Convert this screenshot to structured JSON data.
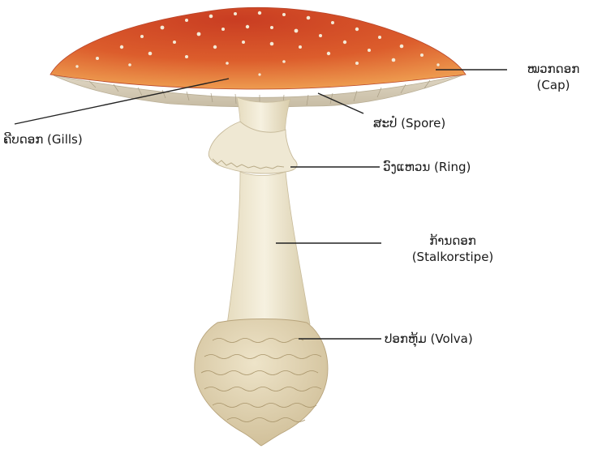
{
  "labels": {
    "cap": {
      "lao": "ໝວກດອກ",
      "en": "(Cap)"
    },
    "gills": {
      "text": "ຄີບດອກ (Gills)"
    },
    "spore": {
      "text": "ສະປໍ (Spore)"
    },
    "ring": {
      "text": "ວົງແຫວນ (Ring)"
    },
    "stalk": {
      "lao": "ກ້ານດອກ",
      "en": "(Stalkorstipe)"
    },
    "volva": {
      "text": "ປອກຫຸ້ມ (Volva)"
    }
  },
  "colors": {
    "cap_red": "#d9522a",
    "cap_orange": "#e9863f",
    "stem_cream": "#f1ead3",
    "volva_tan": "#dccdaa",
    "leader_line": "#222222"
  }
}
